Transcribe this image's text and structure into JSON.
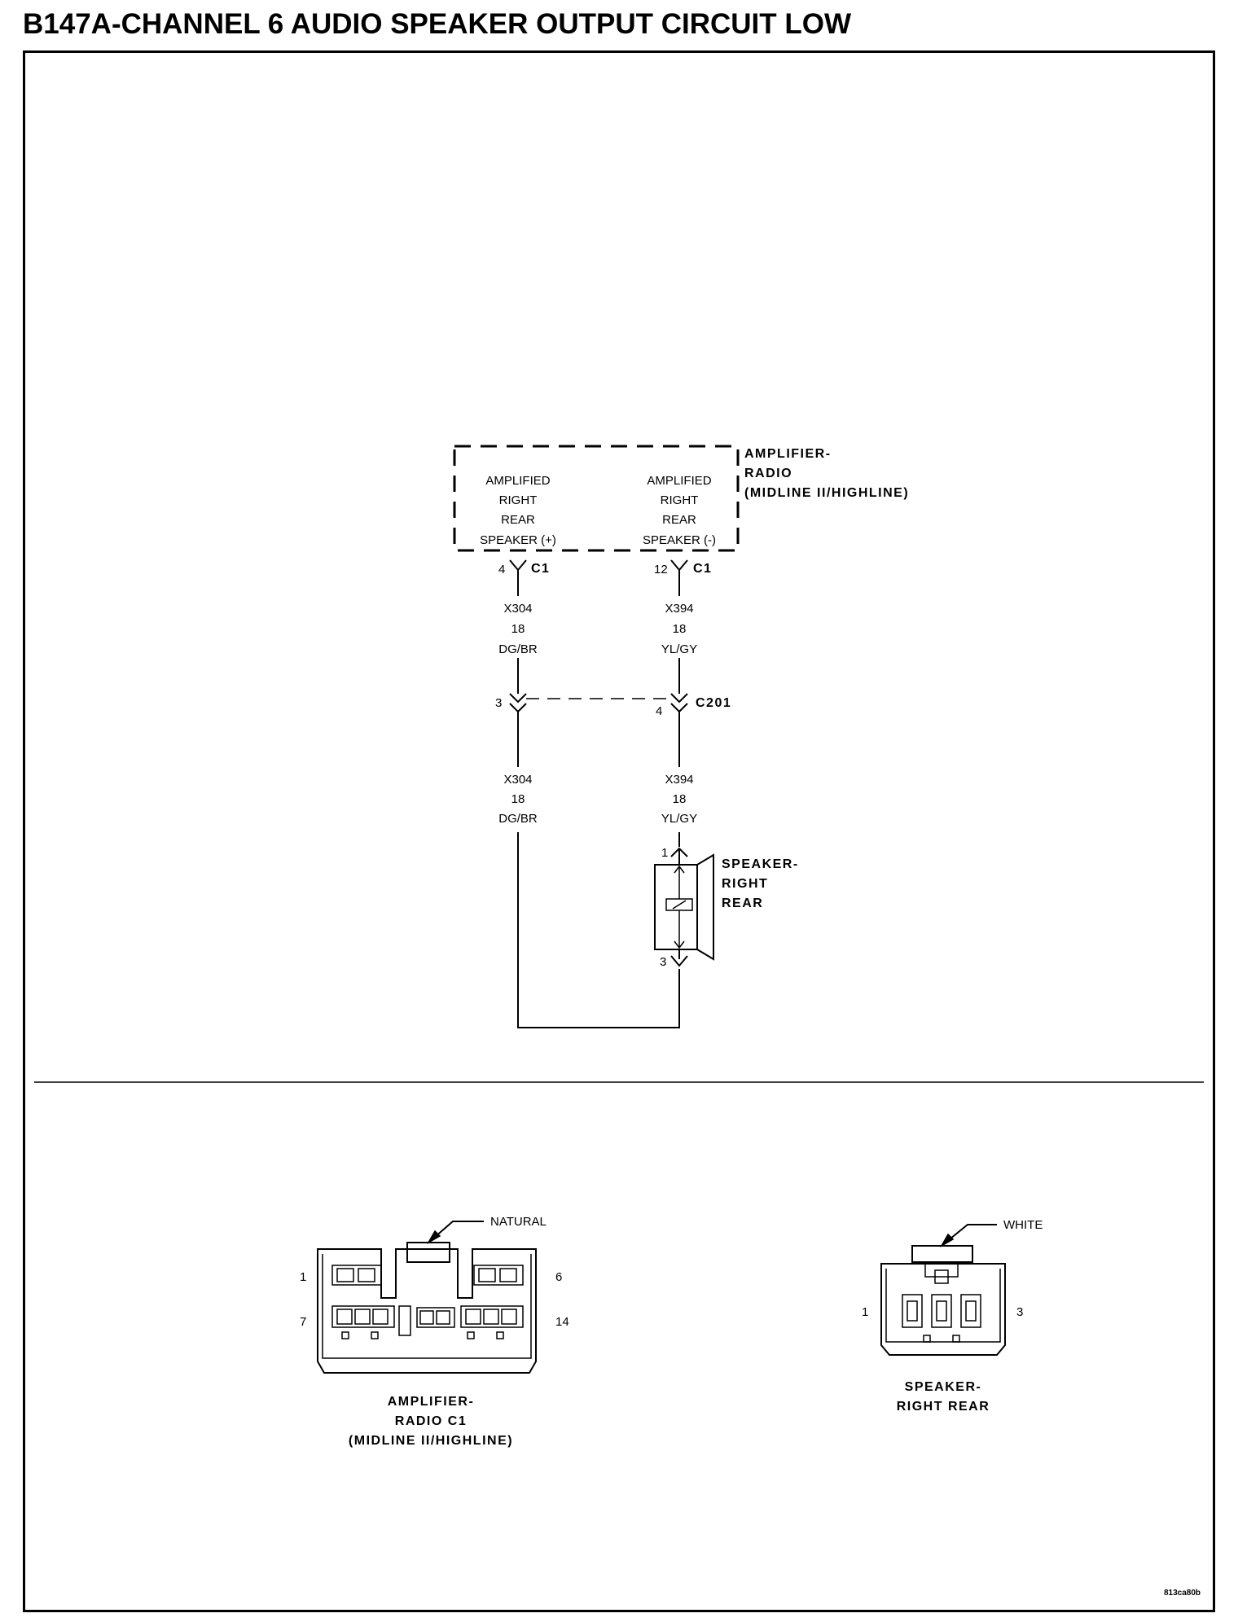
{
  "title": "B147A-CHANNEL 6 AUDIO SPEAKER OUTPUT CIRCUIT LOW",
  "amplifier_radio": {
    "name_lines": [
      "AMPLIFIER-",
      "RADIO",
      "(MIDLINE II/HIGHLINE)"
    ],
    "left_output_lines": [
      "AMPLIFIED",
      "RIGHT",
      "REAR",
      "SPEAKER (+)"
    ],
    "right_output_lines": [
      "AMPLIFIED",
      "RIGHT",
      "REAR",
      "SPEAKER (-)"
    ]
  },
  "connector_c1": {
    "name": "C1",
    "left_pin": "4",
    "right_pin": "12"
  },
  "wire_left_upper": {
    "circuit": "X304",
    "gauge": "18",
    "color": "DG/BR"
  },
  "wire_right_upper": {
    "circuit": "X394",
    "gauge": "18",
    "color": "YL/GY"
  },
  "connector_c201": {
    "name": "C201",
    "left_pin": "3",
    "right_pin": "4"
  },
  "wire_left_lower": {
    "circuit": "X304",
    "gauge": "18",
    "color": "DG/BR"
  },
  "wire_right_lower": {
    "circuit": "X394",
    "gauge": "18",
    "color": "YL/GY"
  },
  "speaker": {
    "name_lines": [
      "SPEAKER-",
      "RIGHT",
      "REAR"
    ],
    "top_pin": "1",
    "bottom_pin": "3"
  },
  "connector_views": {
    "amplifier_c1": {
      "color_label": "NATURAL",
      "pin_top_left": "1",
      "pin_top_right": "6",
      "pin_bottom_left": "7",
      "pin_bottom_right": "14",
      "caption_lines": [
        "AMPLIFIER-",
        "RADIO C1",
        "(MIDLINE II/HIGHLINE)"
      ]
    },
    "speaker_right_rear": {
      "color_label": "WHITE",
      "pin_left": "1",
      "pin_right": "3",
      "caption_lines": [
        "SPEAKER-",
        "RIGHT REAR"
      ]
    }
  },
  "figure_id": "813ca80b"
}
